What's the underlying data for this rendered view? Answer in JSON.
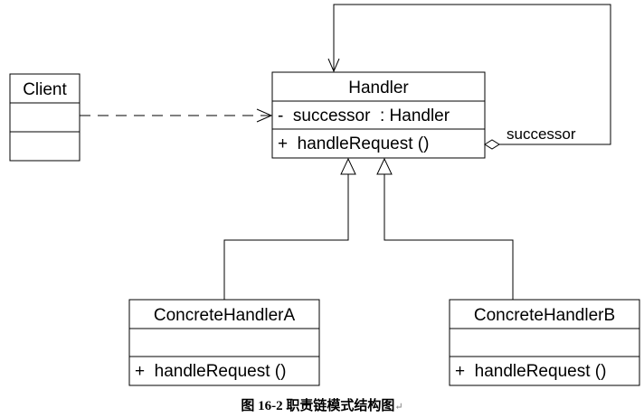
{
  "client": {
    "name": "Client"
  },
  "handler": {
    "name": "Handler",
    "attribute": "-  successor  : Handler",
    "operation": "+  handleRequest ()"
  },
  "concrete_a": {
    "name": "ConcreteHandlerA",
    "operation": "+  handleRequest ()"
  },
  "concrete_b": {
    "name": "ConcreteHandlerB",
    "operation": "+  handleRequest ()"
  },
  "association": {
    "role_label": "successor"
  },
  "caption": {
    "text": "图 16-2  职责链模式结构图",
    "mark": "↵"
  }
}
